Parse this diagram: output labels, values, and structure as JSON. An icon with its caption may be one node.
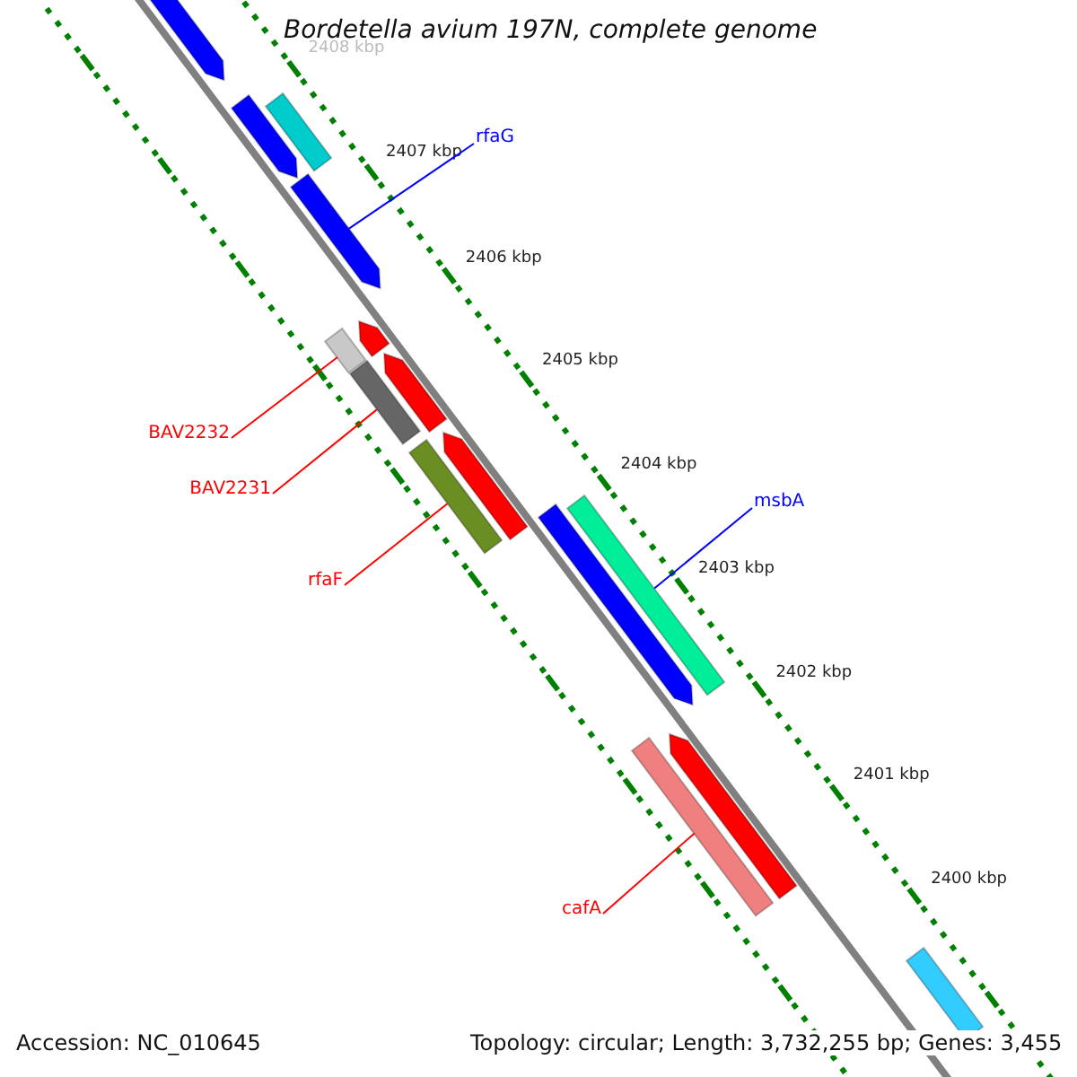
{
  "diagram": {
    "title": "Bordetella avium 197N, complete genome",
    "nodes": [
      {
        "text": [],
        "shape": "arrow"
      },
      {
        "text": [],
        "shape": "bar"
      },
      {
        "text": [],
        "shape": "arrow"
      },
      {
        "text": [
          "rfaG"
        ]
      },
      {
        "text": [],
        "shape": "arrow"
      },
      {
        "text": [],
        "shape": "arrow"
      },
      {
        "text": [],
        "shape": "bar"
      },
      {
        "text": [],
        "shape": "arrow"
      },
      {
        "text": [],
        "shape": "bar"
      },
      {
        "text": [
          "BAV2232"
        ]
      },
      {
        "text": [],
        "shape": "arrow"
      },
      {
        "text": [],
        "shape": "bar"
      },
      {
        "text": [
          "BAV2231"
        ]
      },
      {
        "text": [
          "msbA"
        ]
      },
      {
        "text": [],
        "shape": "bar"
      },
      {
        "text": [],
        "shape": "arrow"
      },
      {
        "text": [
          "rfaF"
        ]
      },
      {
        "text": [],
        "shape": "arrow"
      },
      {
        "text": [],
        "shape": "bar"
      },
      {
        "text": [
          "cafA"
        ]
      },
      {
        "text": [],
        "shape": "bar"
      }
    ],
    "edges": [
      {
        "from": 3,
        "to": 4,
        "arrow": "none",
        "color": "#0000ff"
      },
      {
        "from": 9,
        "to": 6,
        "arrow": "none"
      },
      {
        "from": 12,
        "to": 8,
        "arrow": "none"
      },
      {
        "from": 13,
        "to": 14,
        "arrow": "none",
        "color": "#0000ff"
      },
      {
        "from": 16,
        "to": 11,
        "arrow": "none"
      },
      {
        "from": 19,
        "to": 18,
        "arrow": "none"
      }
    ],
    "labels": [
      "2408 kbp",
      "2407 kbp",
      "2406 kbp",
      "2405 kbp",
      "2404 kbp",
      "2403 kbp",
      "2402 kbp",
      "2401 kbp",
      "2400 kbp",
      "Accession: NC_010645",
      "Topology: circular; Length: 3,732,255 bp; Genes: 3,455"
    ]
  }
}
